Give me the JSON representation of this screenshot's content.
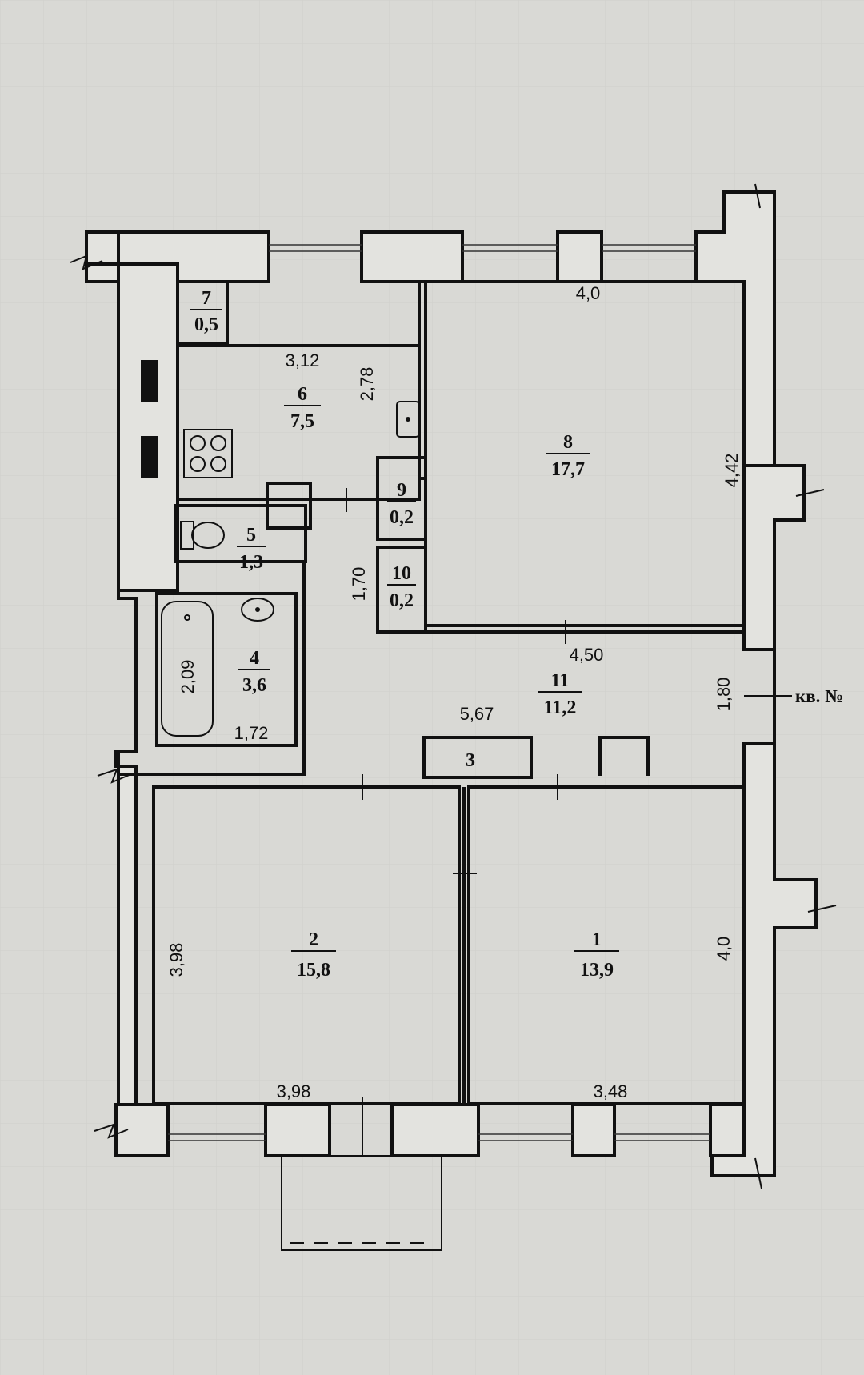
{
  "rooms": [
    {
      "id": "7",
      "area": "0,5"
    },
    {
      "id": "6",
      "area": "7,5"
    },
    {
      "id": "8",
      "area": "17,7"
    },
    {
      "id": "9",
      "area": "0,2"
    },
    {
      "id": "5",
      "area": "1,3"
    },
    {
      "id": "10",
      "area": "0,2"
    },
    {
      "id": "4",
      "area": "3,6"
    },
    {
      "id": "11",
      "area": "11,2"
    },
    {
      "id": "2",
      "area": "15,8"
    },
    {
      "id": "1",
      "area": "13,9"
    }
  ],
  "closet_label": "3",
  "dimensions": {
    "kitchen_width": "3,12",
    "kitchen_depth": "2,78",
    "room8_width": "4,0",
    "room8_depth": "4,42",
    "room8_bottom": "4,50",
    "corridor_depth": "1,70",
    "bath_length": "2,09",
    "bath_width": "1,72",
    "hall_length": "5,67",
    "entry_width": "1,80",
    "room2_depth": "3,98",
    "room2_width": "3,98",
    "room1_width": "3,48",
    "room1_depth": "4,0"
  },
  "neighbor_ref": "кв. № "
}
